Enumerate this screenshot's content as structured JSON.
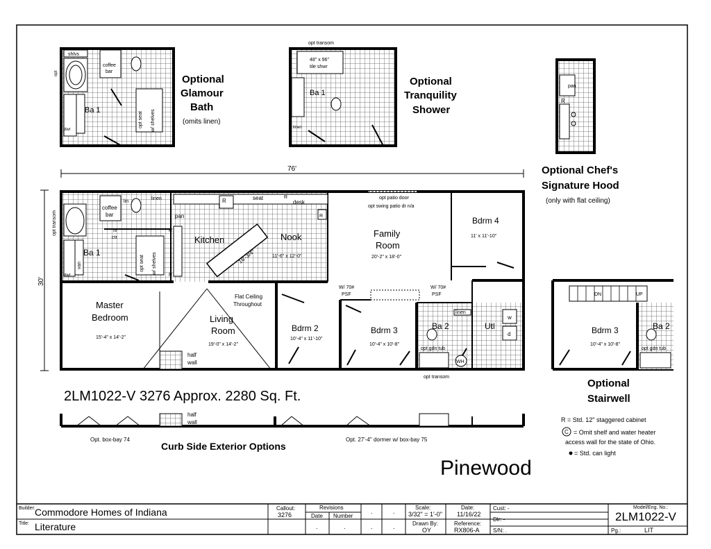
{
  "plan": {
    "model_title": "2LM1022-V 3276 Approx. 2280 Sq. Ft.",
    "series_name": "Pinewood",
    "dim_width": "76'",
    "dim_depth": "30'",
    "opt_transom_left": "opt transom",
    "opt_transom_bottom": "opt transom",
    "opt_patio_door": "opt patio door",
    "opt_swing_patio": "opt swing patio dr n/a",
    "flat_ceiling": "Flat Ceiling",
    "throughout": "Throughout"
  },
  "rooms": {
    "master": {
      "name": "Master",
      "name2": "Bedroom",
      "size": "15'-4\" x 14'-2\""
    },
    "living": {
      "name": "Living",
      "name2": "Room",
      "size": "19'-0\" x 14'-2\""
    },
    "kitchen": {
      "name": "Kitchen"
    },
    "nook": {
      "name": "Nook",
      "size": "11'-6\" x 12'-0\""
    },
    "family": {
      "name": "Family",
      "name2": "Room",
      "size": "20'-2\" x 18'-0\""
    },
    "bdrm4": {
      "name": "Bdrm 4",
      "size": "11' x 11'-10\""
    },
    "bdrm2": {
      "name": "Bdrm 2",
      "size": "10'-4\" x 11'-10\""
    },
    "bdrm3": {
      "name": "Bdrm 3",
      "size": "10'-4\" x 10'-8\""
    },
    "ba1": {
      "name": "Ba 1"
    },
    "ba2": {
      "name": "Ba 2"
    },
    "utl": {
      "name": "Utl"
    }
  },
  "fixtures": {
    "coffee": "coffee",
    "bar": "bar",
    "shlvs": "shlvs",
    "linen": "linen",
    "lin": "lin",
    "pan": "pan",
    "seat": "seat",
    "desk": "desk",
    "opt_seat": "opt seat",
    "w_shelves": "w/ shelves",
    "van": "van",
    "dwr": "dwr",
    "tv": "tv",
    "ctr": "ctr",
    "half": "half",
    "wall": "wall",
    "w70": "W/ 70#",
    "psf": "PSF",
    "opt_gdn_tub": "opt gdn tub",
    "wh": "WH",
    "island": "16'-3/4\"",
    "r": "R",
    "d": "d",
    "w": "w",
    "opt": "opt"
  },
  "options": {
    "glamour_1": "Optional",
    "glamour_2": "Glamour",
    "glamour_3": "Bath",
    "glamour_note": "(omits linen)",
    "tranq_1": "Optional",
    "tranq_2": "Tranquility",
    "tranq_3": "Shower",
    "tranq_transom": "opt transom",
    "tranq_shower1": "48\" x 96\"",
    "tranq_shower2": "tile shwr",
    "chef_1": "Optional Chef's",
    "chef_2": "Signature Hood",
    "chef_note": "(only with flat ceiling)",
    "stair_1": "Optional",
    "stair_2": "Stairwell",
    "stair_dn": "DN",
    "stair_up": "UP",
    "curb_title": "Curb Side Exterior Options",
    "curb_bay": "Opt. box-bay 74",
    "curb_dormer": "Opt. 27'-4\" dormer w/ box-bay 75"
  },
  "legend": {
    "r_note": "R = Std. 12\" staggered cabinet",
    "c_symbol": "C",
    "c_note_1": "= Omit shelf and water heater",
    "c_note_2": "access wall for the state of Ohio.",
    "can_note": "= Std. can light"
  },
  "title_block": {
    "builder_label": "Builder:",
    "builder": "Commodore Homes of Indiana",
    "title_label": "Title:",
    "title": "Literature",
    "callout_label": "Callout:",
    "callout": "3276",
    "revisions": "Revisions",
    "date_col": "Date",
    "number_col": "Number",
    "dot": ".",
    "scale_label": "Scale:",
    "scale": "3/32\" = 1'-0\"",
    "drawn_label": "Drawn By:",
    "drawn": "OY",
    "date_label": "Date:",
    "date": "11/16/22",
    "ref_label": "Reference:",
    "ref": "RX806-A",
    "cust": "Cust: -",
    "dlr": "Dlr: -",
    "sn": "S/N: .",
    "model_label": "Model/Eng. No.:",
    "model": "2LM1022-V",
    "pg_label": "Pg.:",
    "pg": "LIT"
  }
}
